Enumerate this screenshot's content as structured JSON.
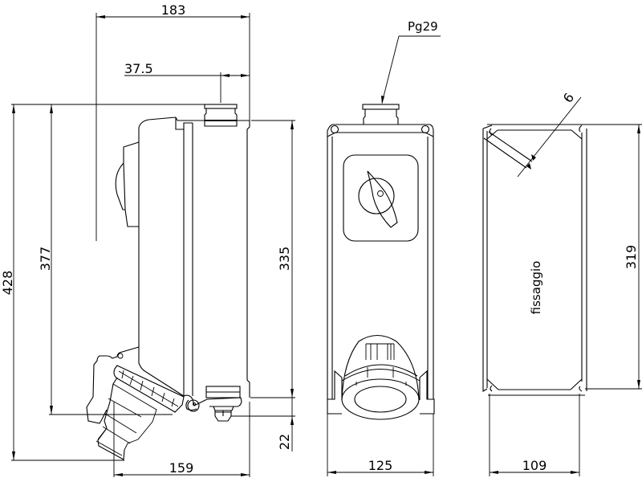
{
  "drawing": {
    "side_view": {
      "dim_total_width": "183",
      "dim_gland_offset": "37.5",
      "dim_total_height": "428",
      "dim_body_to_socket": "377",
      "dim_body_height": "335",
      "dim_bottom_gland": "22",
      "dim_bottom_width": "159"
    },
    "front_view": {
      "gland_label": "Pg29",
      "dim_width": "125"
    },
    "back_view": {
      "dim_hole": "6",
      "label_fixing": "fissaggio",
      "dim_height": "319",
      "dim_width": "109"
    }
  }
}
